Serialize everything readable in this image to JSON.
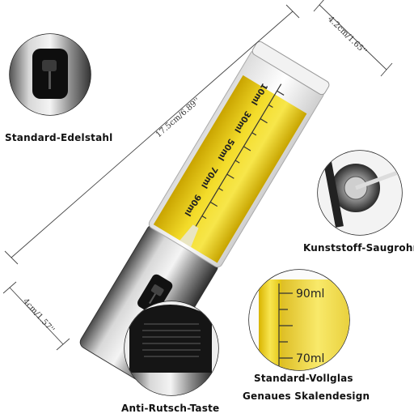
{
  "labels": {
    "stainless": "Standard-Edelstahl",
    "suction_tube": "Kunststoff-Saugrohr",
    "glass": "Standard-Vollglas",
    "scale_design": "Genaues Skalendesign",
    "button": "Anti-Rutsch-Taste"
  },
  "dimensions": {
    "length": "17.5cm/6.89''",
    "diameter_top": "4.2cm/1.65''",
    "diameter_bottom": "4cm/1.57''"
  },
  "scale_marks": [
    "10ml",
    "30ml",
    "50ml",
    "70ml",
    "90ml"
  ],
  "zoom_marks": [
    "90ml",
    "70ml"
  ],
  "colors": {
    "oil": "#e8c81a",
    "steel": "#9a9a9a",
    "dark": "#1a1a1a"
  }
}
